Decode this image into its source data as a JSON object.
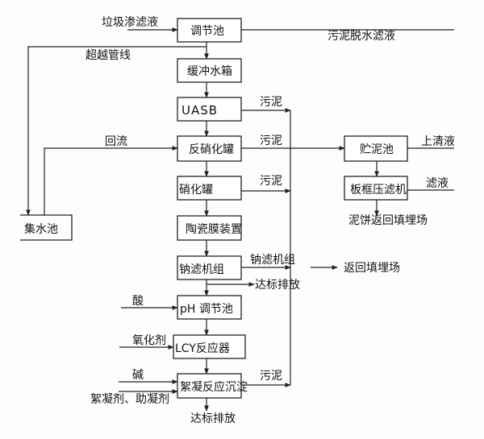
{
  "boxes": {
    "regulating_tank": "调节池",
    "buffer_tank": "缓冲水箱",
    "uasb": "UASB",
    "denitrification_tank": "反硝化罐",
    "nitrification_tank": "硝化罐",
    "ceramic_membrane": "陶瓷膜装置",
    "nanofiltration": "钠滤机组",
    "ph_tank": "pH 调节池",
    "lcy_reactor": "LCY反应器",
    "flocculation": "絮凝反应沉淀",
    "sludge_storage": "贮泥池",
    "filter_press": "板框压滤机",
    "collection_tank": "集水池"
  },
  "labels": {
    "leachate": "垃圾渗滤液",
    "sludge_filtrate": "污泥脱水滤液",
    "bypass": "超越管线",
    "reflux": "回流",
    "sludge_1": "污泥",
    "sludge_2": "污泥",
    "sludge_3": "污泥",
    "sludge_4": "污泥",
    "supernatant": "上清液",
    "filtrate": "滤液",
    "cake_return": "泥饼返回填埋场",
    "nf_unit": "钠滤机组",
    "return_landfill": "返回填埋场",
    "discharge_1": "达标排放",
    "acid": "酸",
    "oxidant": "氧化剂",
    "alkali": "碱",
    "coagulants": "絮凝剂、助凝剂",
    "discharge_2": "达标排放"
  },
  "colors": {
    "line": "#222222",
    "background": "#ffffff"
  }
}
